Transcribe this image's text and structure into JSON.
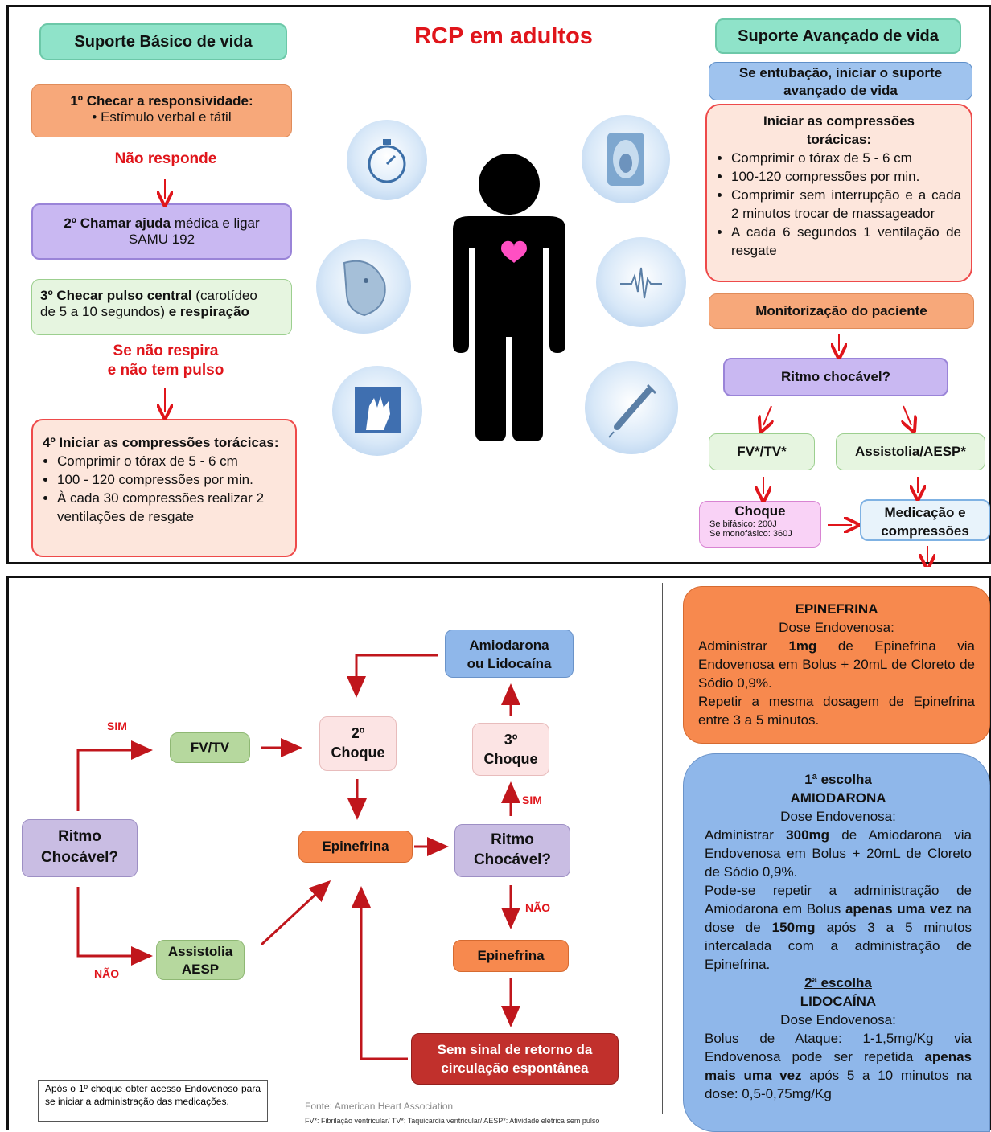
{
  "top": {
    "title": "RCP em adultos",
    "basic": {
      "header": "Suporte Básico de vida",
      "step1_title": "1º Checar a responsividade:",
      "step1_bullet": "• Estímulo verbal  e tátil",
      "no_response": "Não responde",
      "step2_bold": "2º Chamar ajuda",
      "step2_rest": " médica e ligar",
      "step2_line2": "SAMU 192",
      "step3_bold1": "3º Checar pulso  central",
      "step3_rest1": " (carotídeo",
      "step3_rest2": "de 5 a 10 segundos) ",
      "step3_bold2": "e respiração",
      "no_breath_1": "Se não respira",
      "no_breath_2": "e não tem pulso",
      "step4_title": "4º   Iniciar   as   compressões torácicas:",
      "step4_items": [
        "Comprimir o tórax de 5 - 6 cm",
        "100 - 120 compressões por min.",
        "À cada 30 compressões realizar 2 ventilações de resgate"
      ]
    },
    "advanced": {
      "header": "Suporte Avançado de vida",
      "intubation": "Se entubação, iniciar o suporte avançado de vida",
      "compress_title": "Iniciar as compressões torácicas:",
      "compress_items": [
        "Comprimir o tórax de 5 - 6 cm",
        "100-120 compressões por min.",
        "Comprimir sem interrupção e a cada 2 minutos trocar de massageador",
        "A cada 6 segundos 1 ventilação de resgate"
      ],
      "monitor": "Monitorização do paciente",
      "rhythm": "Ritmo chocável?",
      "fvtv": "FV*/TV*",
      "asystole": "Assistolia/AESP*",
      "shock_title": "Choque",
      "shock_line1": "Se bifásico: 200J",
      "shock_line2": "Se monofásico: 360J",
      "med_1": "Medicação e",
      "med_2": "compressões"
    },
    "icons": [
      "stopwatch-icon",
      "xray-icon",
      "face-icon",
      "ecg-icon",
      "cpr-hands-icon",
      "syringe-icon",
      "human-figure-icon",
      "heart-icon"
    ]
  },
  "bottom": {
    "sim_1": "SIM",
    "nao_1": "NÃO",
    "sim_2": "SIM",
    "nao_2": "NÃO",
    "ritmo_1a": "Ritmo",
    "ritmo_1b": "Chocável?",
    "fvtv": "FV/TV",
    "assistolia_a": "Assistolia",
    "assistolia_b": "AESP",
    "choque2_a": "2º",
    "choque2_b": "Choque",
    "epinefrina": "Epinefrina",
    "ritmo_2a": "Ritmo",
    "ritmo_2b": "Chocável?",
    "choque3_a": "3º",
    "choque3_b": "Choque",
    "amiodarona_a": "Amiodarona",
    "amiodarona_b": "ou Lidocaína",
    "epinefrina_2": "Epinefrina",
    "sem_sinal_a": "Sem sinal de retorno da",
    "sem_sinal_b": "circulação espontânea",
    "note": "Após o 1º choque obter acesso Endovenoso para se iniciar a administração das medicações.",
    "source": "Fonte: American Heart Association",
    "footnote": "FV*: Fibrilação ventricular/  TV*: Taquicardia ventricular/  AESP*: Atividade elétrica sem pulso",
    "epi_box": {
      "title": "EPINEFRINA",
      "dose": "Dose Endovenosa:",
      "line1_pre": "Administrar ",
      "line1_bold": "1mg",
      "line1_post": " de Epinefrina via Endovenosa em Bolus + 20mL de Cloreto de Sódio 0,9%.",
      "line2": "Repetir a mesma dosagem de Epinefrina entre 3 a 5 minutos."
    },
    "amio_box": {
      "choice1": "1ª escolha",
      "title1": "AMIODARONA",
      "dose1": "Dose Endovenosa:",
      "p1_pre": "Administrar ",
      "p1_bold": "300mg",
      "p1_post": " de Amiodarona via Endovenosa em Bolus + 20mL de Cloreto de Sódio 0,9%.",
      "p2_pre": "Pode-se repetir a administração de Amiodarona em Bolus ",
      "p2_bold1": "apenas uma vez",
      "p2_mid": " na dose de ",
      "p2_bold2": "150mg",
      "p2_post": " após 3 a 5 minutos intercalada com a administração de Epinefrina.",
      "choice2": "2ª escolha",
      "title2": "LIDOCAÍNA",
      "dose2": "Dose Endovenosa:",
      "p3_pre": "Bolus de Ataque: 1-1,5mg/Kg via Endovenosa pode ser repetida ",
      "p3_bold": "apenas mais uma vez",
      "p3_post": " após 5 a 10 minutos na dose: 0,5-0,75mg/Kg"
    }
  },
  "colors": {
    "red": "#e0151b",
    "dark_red_arrow": "#c0161c",
    "green_header": "#8fe3c9",
    "orange": "#f7a87a",
    "purple": "#c9b8f2",
    "light_green": "#e6f5e0",
    "pink_box": "#fde6dc",
    "blue_box": "#9fc3ee",
    "orange_bottom": "#f7894e",
    "blue_bottom": "#8fb7ea"
  }
}
